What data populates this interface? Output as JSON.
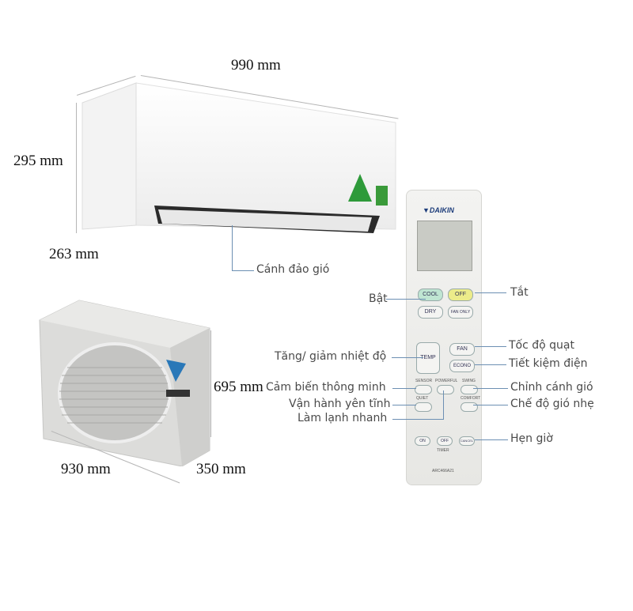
{
  "indoor_unit": {
    "width_label": "990 mm",
    "height_label": "295 mm",
    "depth_label": "263 mm",
    "callout_flap": "Cánh đảo gió"
  },
  "outdoor_unit": {
    "height_label": "695 mm",
    "width_label": "930 mm",
    "depth_label": "350 mm"
  },
  "remote": {
    "brand": "DAIKIN",
    "model": "ARC466A21",
    "buttons": {
      "cool": "COOL",
      "off": "OFF",
      "dry": "DRY",
      "fan_only": "FAN ONLY",
      "temp": "TEMP",
      "fan": "FAN",
      "econo": "ECONO",
      "sensor": "SENSOR",
      "powerful": "POWERFUL",
      "swing": "SWING",
      "quiet": "QUIET",
      "comfort": "COMFORT",
      "timer_on": "ON",
      "timer_off": "OFF",
      "timer_cancel": "CANCEL",
      "timer": "TIMER"
    }
  },
  "callouts": {
    "on": "Bật",
    "off": "Tắt",
    "temp": "Tăng/ giảm nhiệt độ",
    "fan_speed": "Tốc độ quạt",
    "econo": "Tiết kiệm điện",
    "sensor": "Cảm biến thông minh",
    "swing": "Chỉnh cánh gió",
    "quiet": "Vận hành yên tĩnh",
    "comfort": "Chế độ gió nhẹ",
    "powerful": "Làm lạnh nhanh",
    "timer": "Hẹn giờ"
  }
}
